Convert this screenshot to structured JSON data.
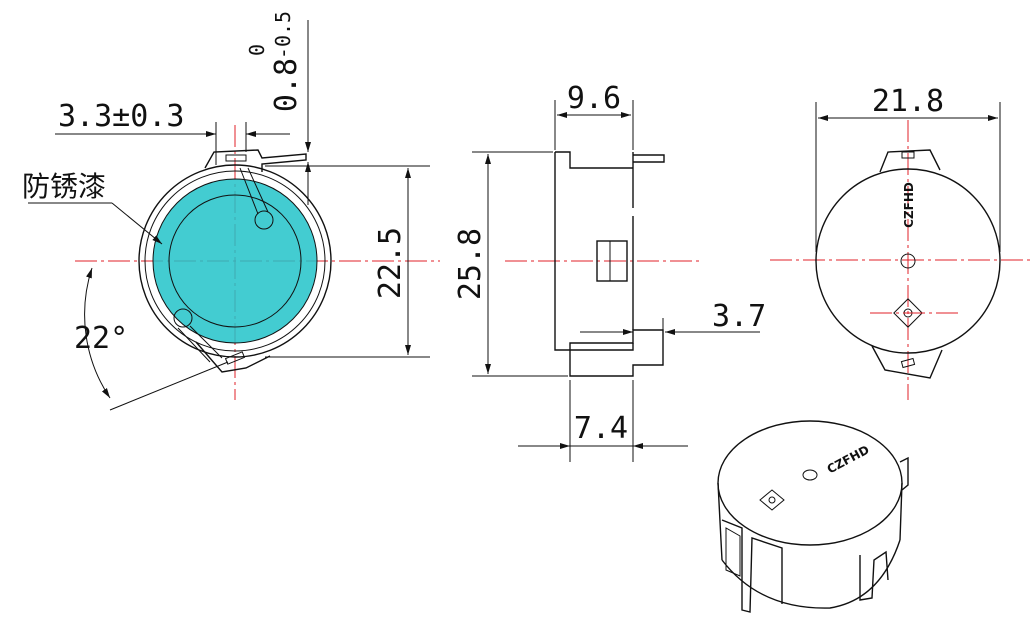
{
  "front_view": {
    "label_coating": "防锈漆",
    "dim_terminal_width": "3.3±0.3",
    "dim_thickness": "0.8",
    "dim_thickness_tol_upper": "0",
    "dim_thickness_tol_lower": "-0.5",
    "dim_height": "22.5",
    "dim_angle": "22°",
    "coating_color": "#22c3c9"
  },
  "side_view": {
    "dim_top": "9.6",
    "dim_height": "25.8",
    "dim_offset": "3.7",
    "dim_bottom": "7.4"
  },
  "rear_view": {
    "dim_diameter": "21.8",
    "brand": "CZFHD"
  },
  "iso_view": {
    "brand": "CZFHD"
  },
  "colors": {
    "line": "#111111",
    "centerline": "#e0202a"
  }
}
